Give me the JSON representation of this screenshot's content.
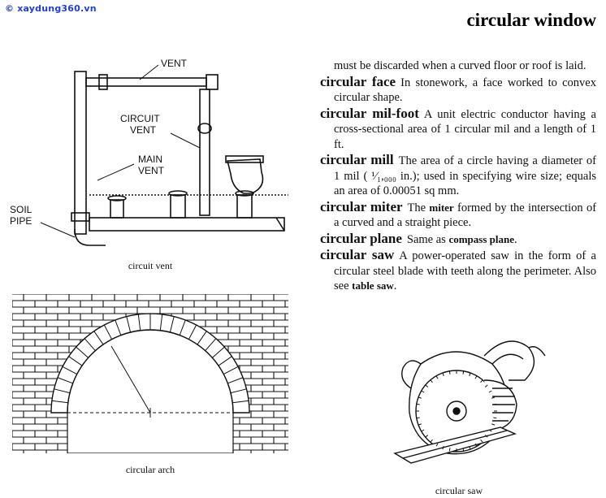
{
  "watermark": "© xaydung360.vn",
  "running_head": "circular window",
  "continuation": "must be discarded when a curved floor or roof is laid.",
  "entries": [
    {
      "term": "circular face",
      "definition": "In stonework, a face worked to convex circular shape."
    },
    {
      "term": "circular mil-foot",
      "definition": "A unit electric conductor having a cross-sectional area of 1 circular mil and a length of 1 ft."
    },
    {
      "term": "circular mill",
      "definition": "The area of a circle having a diameter of 1 mil ( ¹⁄₁,₀₀₀ in.); used in specifying wire size; equals an area of 0.00051 sq mm."
    },
    {
      "term": "circular miter",
      "definition_pre": "The",
      "xref": "miter",
      "definition_post": "formed by the intersection of a curved and a straight piece."
    },
    {
      "term": "circular plane",
      "definition_pre": "Same as",
      "xref": "compass plane",
      "definition_post": "."
    },
    {
      "term": "circular saw",
      "definition_pre": "A power-operated saw in the form of a circular steel blade with teeth along the perimeter. Also see",
      "xref": "table saw",
      "definition_post": "."
    }
  ],
  "figures": {
    "vent": {
      "caption": "circuit vent",
      "labels": {
        "vent": "VENT",
        "circuit_vent_1": "CIRCUIT",
        "circuit_vent_2": "VENT",
        "main_vent_1": "MAIN",
        "main_vent_2": "VENT",
        "soil_pipe_1": "SOIL",
        "soil_pipe_2": "PIPE"
      }
    },
    "arch": {
      "caption": "circular arch"
    },
    "saw": {
      "caption": "circular saw"
    }
  }
}
